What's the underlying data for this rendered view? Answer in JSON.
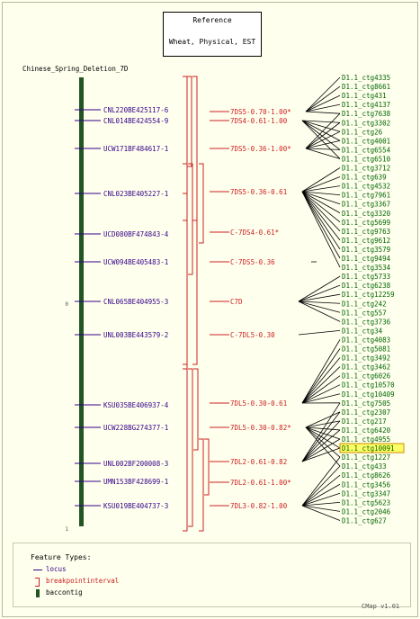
{
  "reference": {
    "title": "Reference",
    "subtitle": "Wheat, Physical, EST"
  },
  "map_title": "Chinese_Spring_Deletion_7D",
  "scale": {
    "top": "0",
    "bottom": "1"
  },
  "loci": [
    "CNL220BE425117-6",
    "CNL014BE424554-9",
    "UCW171BF484617-1",
    "CNL023BE405227-1",
    "UCD080BF474843-4",
    "UCW094BE405483-1",
    "CNL065BE404955-3",
    "UNL003BE443579-2",
    "KSU035BE406937-4",
    "UCW228BG274377-1",
    "UNL002BF200008-3",
    "UMN153BF428699-1",
    "KSU019BE404737-3"
  ],
  "intervals": [
    "7DS5-0.70-1.00*",
    "7DS4-0.61-1.00",
    "7DS5-0.36-1.00*",
    "7DS5-0.36-0.61",
    "C-7DS4-0.61*",
    "C-7DS5-0.36",
    "C7D",
    "C-7DL5-0.30",
    "7DL5-0.30-0.61",
    "7DL5-0.30-0.82*",
    "7DL2-0.61-0.82",
    "7DL2-0.61-1.00*",
    "7DL3-0.82-1.00"
  ],
  "contigs": [
    "D1.1_ctg4335",
    "D1.1_ctg8661",
    "D1.1_ctg431",
    "D1.1_ctg4137",
    "D1.1_ctg7638",
    "D1.1_ctg3302",
    "D1.1_ctg26",
    "D1.1_ctg4001",
    "D1.1_ctg6554",
    "D1.1_ctg6510",
    "D1.1_ctg3712",
    "D1.1_ctg639",
    "D1.1_ctg4532",
    "D1.1_ctg7961",
    "D1.1_ctg3367",
    "D1.1_ctg3320",
    "D1.1_ctg5699",
    "D1.1_ctg9763",
    "D1.1_ctg9612",
    "D1.1_ctg3579",
    "D1.1_ctg9494",
    "D1.1_ctg3534",
    "D1.1_ctg5733",
    "D1.1_ctg6238",
    "D1.1_ctg12259",
    "D1.1_ctg242",
    "D1.1_ctg557",
    "D1.1_ctg3736",
    "D1.1_ctg34",
    "D1.1_ctg4083",
    "D1.1_ctg5081",
    "D1.1_ctg3492",
    "D1.1_ctg3462",
    "D1.1_ctg6026",
    "D1.1_ctg10570",
    "D1.1_ctg10409",
    "D1.1_ctg7505",
    "D1.1_ctg2307",
    "D1.1_ctg217",
    "D1.1_ctg6420",
    "D1.1_ctg4955",
    "D1.1_ctg10091",
    "D1.1_ctg1227",
    "D1.1_ctg433",
    "D1.1_ctg8626",
    "D1.1_ctg3456",
    "D1.1_ctg3347",
    "D1.1_ctg5623",
    "D1.1_ctg2046",
    "D1.1_ctg627"
  ],
  "highlighted_contig": "D1.1_ctg10091",
  "legend": {
    "title": "Feature Types:",
    "items": [
      "locus",
      "breakpointinterval",
      "baccontig"
    ]
  },
  "version": "CMap v1.01",
  "colors": {
    "locus": "#330088",
    "interval": "#cc2222",
    "contig": "#006600",
    "bar": "#225522",
    "highlight": "#ffff66",
    "link": "#000000"
  }
}
